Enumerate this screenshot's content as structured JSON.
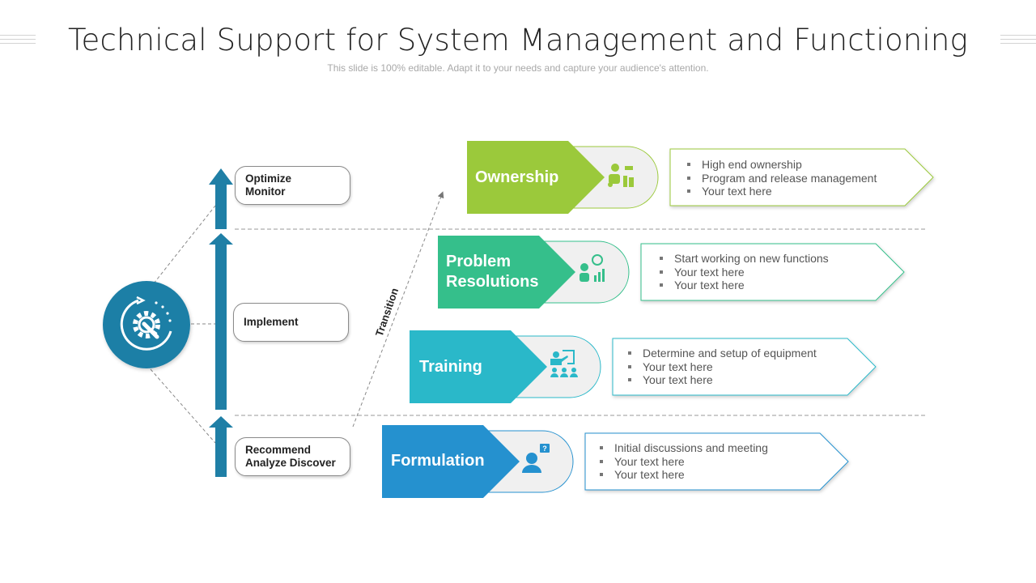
{
  "header": {
    "title": "Technical Support for System Management and Functioning",
    "subtitle": "This slide is 100% editable. Adapt it to your needs and capture your audience's attention."
  },
  "hub": {
    "icon": "gear-wrench-cycle-icon",
    "color": "#1f7fa6"
  },
  "phases": [
    {
      "label_line1": "Optimize",
      "label_line2": "Monitor"
    },
    {
      "label_line1": "Implement",
      "label_line2": ""
    },
    {
      "label_line1": "Recommend",
      "label_line2": "Analyze Discover"
    }
  ],
  "transition_label": "Transition",
  "stages": [
    {
      "name_line1": "Ownership",
      "name_line2": "",
      "color": "#9bc93b",
      "icon": "owner-workstation-icon",
      "bullets": [
        "High end ownership",
        "Program and release management",
        "Your text here"
      ]
    },
    {
      "name_line1": "Problem",
      "name_line2": "Resolutions",
      "color": "#35bf8b",
      "icon": "idea-question-growth-icon",
      "bullets": [
        "Start working on new functions",
        "Your text here",
        "Your text here"
      ]
    },
    {
      "name_line1": "Training",
      "name_line2": "",
      "color": "#2ab8c9",
      "icon": "presentation-audience-icon",
      "bullets": [
        "Determine and setup of equipment",
        "Your text here",
        "Your text here"
      ]
    },
    {
      "name_line1": "Formulation",
      "name_line2": "",
      "color": "#2591cf",
      "icon": "person-question-icon",
      "bullets": [
        "Initial discussions and meeting",
        "Your text here",
        "Your text here"
      ]
    }
  ]
}
